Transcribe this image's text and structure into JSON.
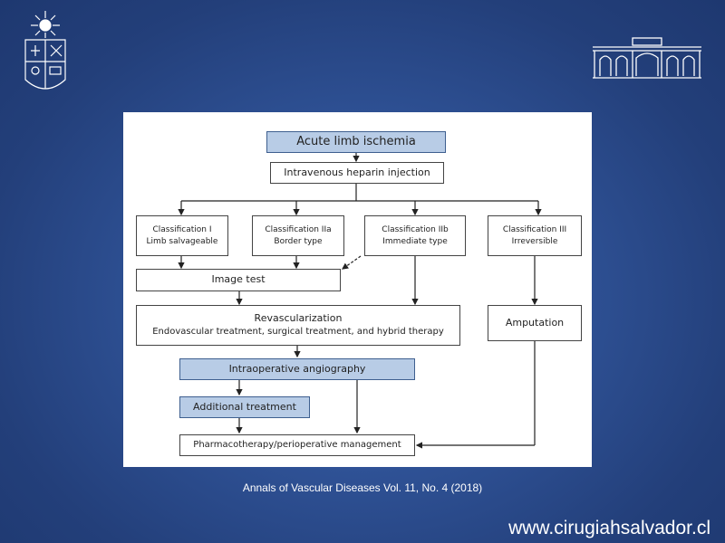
{
  "colors": {
    "background": "#2f5296",
    "box_highlight": "#b8cce6"
  },
  "logos": {
    "left": "university-seal-icon",
    "right": "building-facade-icon"
  },
  "diagram": {
    "acute": "Acute limb ischemia",
    "heparin": "Intravenous heparin injection",
    "class1": {
      "title": "Classification I",
      "sub": "Limb salvageable"
    },
    "class2a": {
      "title": "Classification IIa",
      "sub": "Border type"
    },
    "class2b": {
      "title": "Classification IIb",
      "sub": "Immediate type"
    },
    "class3": {
      "title": "Classification III",
      "sub": "Irreversible"
    },
    "image_test": "Image test",
    "revasc": {
      "title": "Revascularization",
      "sub": "Endovascular treatment, surgical treatment, and hybrid therapy"
    },
    "amputation": "Amputation",
    "angio": "Intraoperative angiography",
    "additional": "Additional treatment",
    "pharma": "Pharmacotherapy/perioperative management"
  },
  "caption": "Annals of Vascular Diseases Vol. 11, No. 4 (2018)",
  "website": "www.cirugiahsalvador.cl"
}
